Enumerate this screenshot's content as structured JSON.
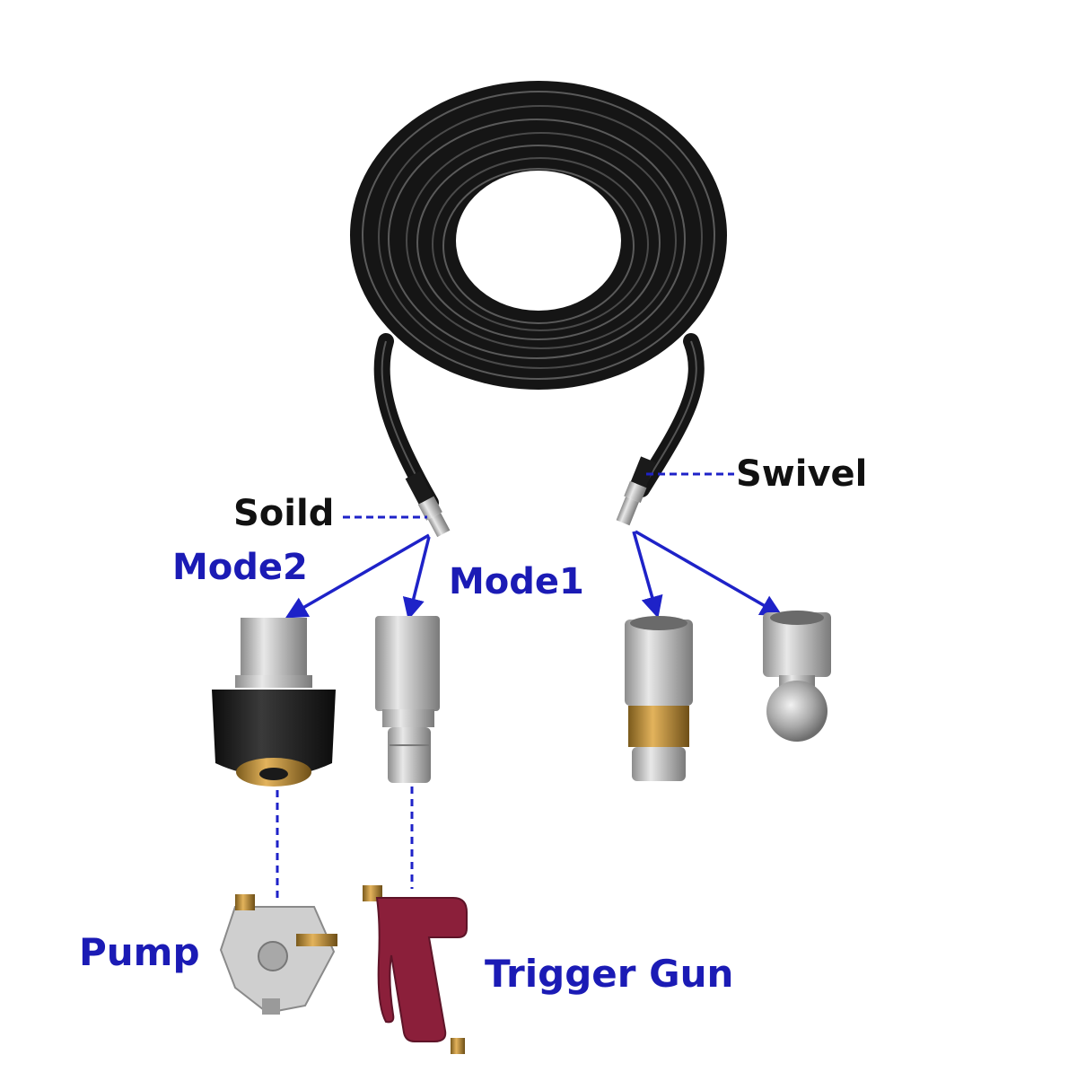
{
  "labels": {
    "solid": "Soild",
    "swivel": "Swivel",
    "mode1": "Mode1",
    "mode2": "Mode2",
    "pump": "Pump",
    "trigger_gun": "Trigger Gun"
  },
  "colors": {
    "background": "#ffffff",
    "hose": "#151515",
    "label_black": "#111111",
    "label_blue": "#1b1bb5",
    "connector_blue": "#1e22c8",
    "steel": "#c9c9c9",
    "brass": "#b8862e",
    "gun_red": "#8b1f3a",
    "coupler_black": "#1c1c1c"
  },
  "icons": {
    "hose": "coiled-hose-icon",
    "solid_fitting": "solid-fitting-icon",
    "swivel_fitting": "swivel-fitting-icon",
    "m22_coupler": "m22-coupler-icon",
    "quick_connect_plug": "quick-connect-plug-icon",
    "rotating_nozzle": "rotating-nozzle-icon",
    "button_nozzle": "button-nozzle-icon",
    "pump": "pump-icon",
    "trigger_gun": "trigger-gun-icon"
  }
}
